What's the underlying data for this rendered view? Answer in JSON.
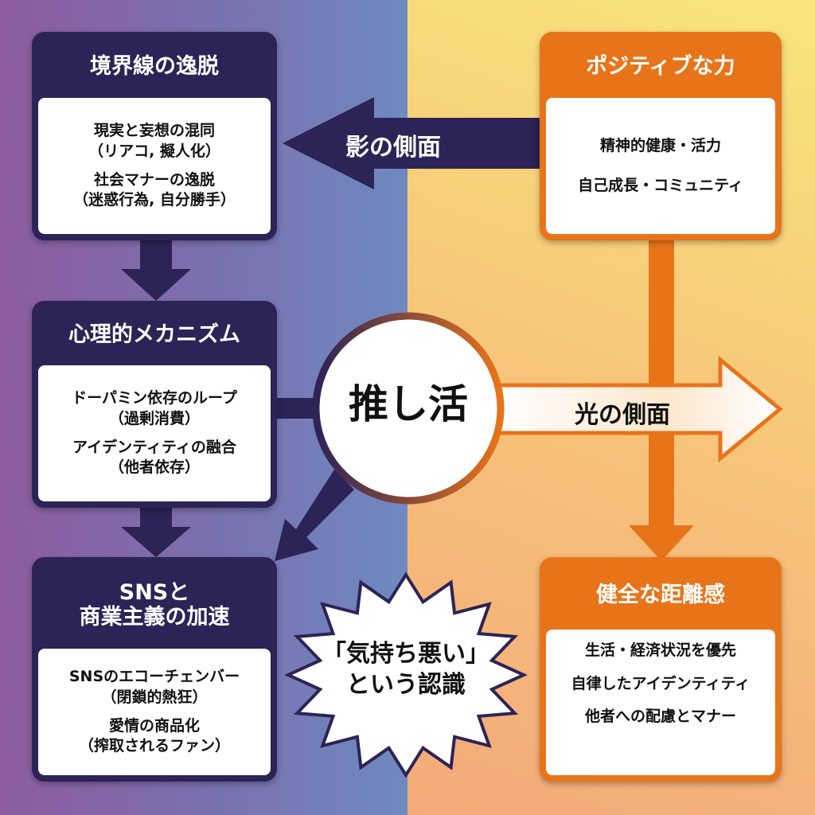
{
  "center": {
    "label": "推し活"
  },
  "arrows": {
    "shadow": "影の側面",
    "light": "光の側面"
  },
  "burst": {
    "line1": "「気持ち悪い」",
    "line2": "という認識"
  },
  "boxes": {
    "boundary": {
      "title": "境界線の逸脱",
      "items": [
        {
          "main": "現実と妄想の混同",
          "sub": "（リアコ, 擬人化）"
        },
        {
          "main": "社会マナーの逸脱",
          "sub": "（迷惑行為, 自分勝手）"
        }
      ]
    },
    "psych": {
      "title": "心理的メカニズム",
      "items": [
        {
          "main": "ドーパミン依存のループ",
          "sub": "（過剰消費）"
        },
        {
          "main": "アイデンティティの融合",
          "sub": "（他者依存）"
        }
      ]
    },
    "sns": {
      "title_1": "SNSと",
      "title_2": "商業主義の加速",
      "items": [
        {
          "main": "SNSのエコーチェンバー",
          "sub": "（閉鎖的熱狂）"
        },
        {
          "main": "愛情の商品化",
          "sub": "（搾取されるファン）"
        }
      ]
    },
    "positive": {
      "title": "ポジティブな力",
      "items": [
        "精神的健康・活力",
        "自己成長・コミュニティ"
      ]
    },
    "healthy": {
      "title": "健全な距離感",
      "items": [
        "生活・経済状況を優先",
        "自律したアイデンティティ",
        "他者への配慮とマナー"
      ]
    }
  },
  "colors": {
    "dark": "#2c2356",
    "orange": "#e8741a"
  }
}
